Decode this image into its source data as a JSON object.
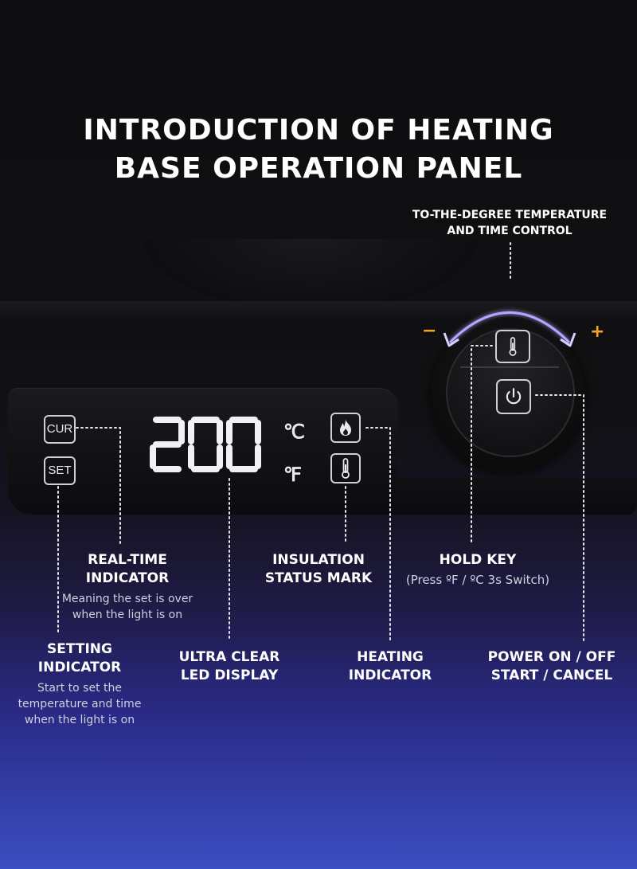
{
  "title": {
    "line1": "INTRODUCTION OF HEATING",
    "line2": "BASE OPERATION PANEL"
  },
  "panel": {
    "cur_label": "CUR",
    "set_label": "SET",
    "display_value": "200",
    "unit_c": "℃",
    "unit_f": "℉",
    "heating_icon": "flame-icon",
    "insulation_icon": "thermometer-icon"
  },
  "knob": {
    "minus": "−",
    "plus": "+",
    "top_icon": "thermometer-icon",
    "bottom_icon": "power-icon"
  },
  "callouts": {
    "temperature_control": {
      "line1": "TO-THE-DEGREE TEMPERATURE",
      "line2": "AND TIME CONTROL"
    },
    "real_time": {
      "line1": "REAL-TIME",
      "line2": "INDICATOR",
      "desc1": "Meaning the set is over",
      "desc2": "when the light is on"
    },
    "insulation": {
      "line1": "INSULATION",
      "line2": "STATUS MARK"
    },
    "hold_key": {
      "line1": "HOLD KEY",
      "desc": "(Press ºF / ºC 3s Switch)"
    },
    "setting": {
      "line1": "SETTING",
      "line2": "INDICATOR",
      "desc1": "Start to set the",
      "desc2": "temperature and time",
      "desc3": "when the light is on"
    },
    "led_display": {
      "line1": "ULTRA CLEAR",
      "line2": "LED DISPLAY"
    },
    "heating": {
      "line1": "HEATING",
      "line2": "INDICATOR"
    },
    "power": {
      "line1": "POWER ON / OFF",
      "line2": "START / CANCEL"
    }
  },
  "colors": {
    "arc_glow": "#7b55ff",
    "minus_plus": "#f2a623"
  }
}
